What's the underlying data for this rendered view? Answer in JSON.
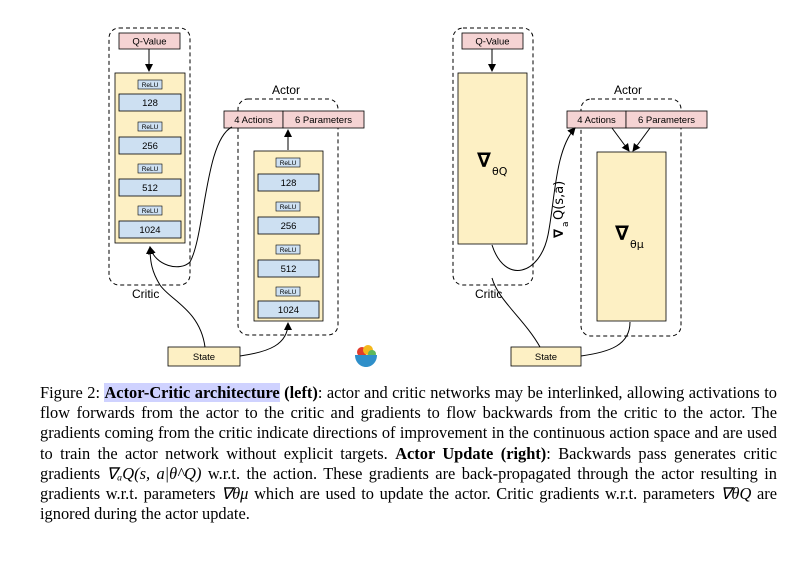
{
  "left": {
    "critic": {
      "output": "Q-Value",
      "layers": [
        "128",
        "256",
        "512",
        "1024"
      ],
      "activation": "ReLU",
      "label": "Critic"
    },
    "actor": {
      "label": "Actor",
      "outputs": [
        "4 Actions",
        "6 Parameters"
      ],
      "layers": [
        "128",
        "256",
        "512",
        "1024"
      ],
      "activation": "ReLU"
    },
    "state": "State"
  },
  "right": {
    "critic": {
      "output": "Q-Value",
      "grad_symbol": "∇",
      "grad_sub": "θQ",
      "label": "Critic"
    },
    "actor": {
      "label": "Actor",
      "outputs": [
        "4 Actions",
        "6 Parameters"
      ],
      "grad_symbol": "∇",
      "grad_sub": "θμ"
    },
    "arrow_label": {
      "nabla": "∇",
      "sub": "a",
      "text": "Q(s,a)"
    },
    "state": "State"
  },
  "caption": {
    "figure_label": "Figure 2:",
    "title_highlight": "Actor-Critic architecture",
    "title_side": "(left)",
    "part1": ": actor and critic networks may be interlinked, allowing activations to flow forwards from the actor to the critic and gradients to flow backwards from the critic to the actor. The gradients coming from the critic indicate directions of improvement in the continuous action space and are used to train the actor network without explicit targets.",
    "actor_update": "Actor Update",
    "update_side": "(right)",
    "part2": ": Backwards pass generates critic gradients ",
    "math1": "∇ₐQ(s, a|θ^Q)",
    "part3": " w.r.t. the action. These gradients are back-propagated through the actor resulting in gradients w.r.t. parameters ",
    "math2": "∇θμ",
    "part4": " which are used to update the actor. Critic gradients w.r.t. parameters ",
    "math3": "∇θQ",
    "part5": " are ignored during the actor update."
  },
  "colors": {
    "pink": "#f5d3d3",
    "cream": "#fdf0c4",
    "blue": "#cde0f2",
    "highlight": "#cfd2ff"
  }
}
